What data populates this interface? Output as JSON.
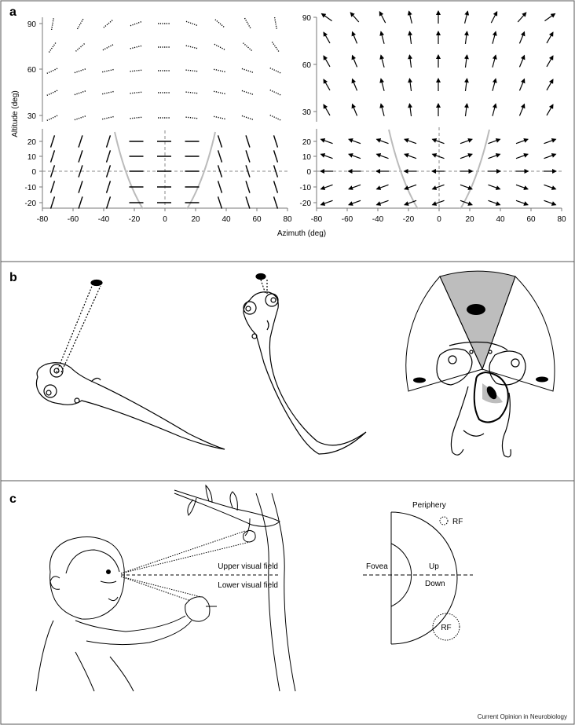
{
  "panels": {
    "a": "a",
    "b": "b",
    "c": "c"
  },
  "panel_a": {
    "ylabel": "Altitude (deg)",
    "xlabel": "Azimuth (deg)",
    "y_ticks_upper": [
      "90",
      "60",
      "30"
    ],
    "y_ticks_lower": [
      "20",
      "10",
      "0",
      "-10",
      "-20"
    ],
    "x_ticks": [
      "-80",
      "-60",
      "-40",
      "-20",
      "0",
      "20",
      "40",
      "60",
      "80"
    ]
  },
  "panel_c": {
    "upper_visual_field": "Upper visual field",
    "lower_visual_field": "Lower visual field",
    "periphery": "Periphery",
    "fovea": "Fovea",
    "up": "Up",
    "down": "Down",
    "rf_top": "RF",
    "rf_bottom": "RF"
  },
  "footer": "Current Opinion in Neurobiology",
  "colors": {
    "line": "#000000",
    "guide": "#bbbbbb",
    "shade": "#bdbdbd",
    "axis": "#777777"
  }
}
